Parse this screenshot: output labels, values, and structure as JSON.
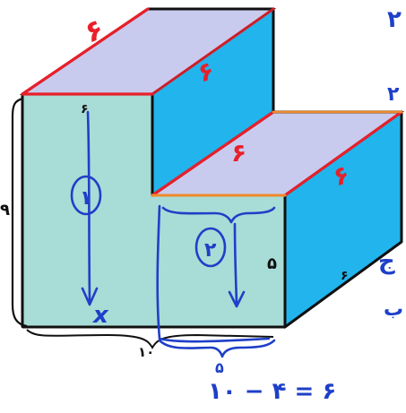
{
  "figure": {
    "dims": {
      "top_length": "۶",
      "top_right_depth": "۶",
      "step_length": "۶",
      "step_right_depth": "۶",
      "left_top_small": "۶",
      "height_left": "۹",
      "height_step": "۵",
      "depth_right": "۶",
      "bottom_width": "۱۰",
      "step_front_width": "۵"
    },
    "parts": {
      "part1_circle": "۱",
      "part1_x": "x",
      "part2_circle": "۲"
    },
    "equation": "۱۰ − ۴ = ۶",
    "margin_marks": {
      "top": "۲",
      "middle": "۲",
      "lower_a": "ج",
      "lower_b": "ب"
    },
    "colors": {
      "cyan_face": "#22b4ec",
      "front_face": "#a8dcd6",
      "top_face": "#c9cbee",
      "red_ink": "#e8202a",
      "blue_ink": "#1e3fc8",
      "orange_ink": "#f08a2a",
      "outline": "#101010"
    }
  }
}
